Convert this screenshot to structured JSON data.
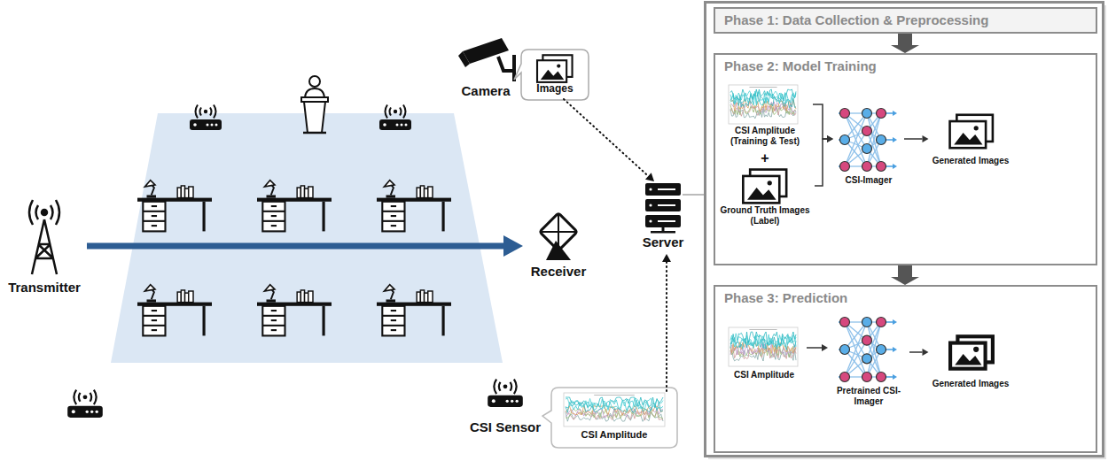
{
  "diagram": {
    "nodes": [
      {
        "text": [
          "Transmitter"
        ]
      },
      {
        "text": [
          "Receiver"
        ]
      },
      {
        "text": [
          "Camera"
        ]
      },
      {
        "text": [
          "Images"
        ]
      },
      {
        "text": [
          "CSI Sensor"
        ]
      },
      {
        "text": [
          "CSI Amplitude"
        ]
      },
      {
        "text": [
          "Server"
        ]
      },
      {
        "text": [
          "Phase 1: Data Collection & Preprocessing"
        ]
      },
      {
        "text": [
          "Phase 2: Model Training"
        ]
      },
      {
        "text": [
          "CSI Amplitude (Training & Test)"
        ],
        "in": 8
      },
      {
        "text": [
          "Ground Truth Images (Label)"
        ],
        "in": 8
      },
      {
        "text": [
          "CSI-Imager"
        ],
        "in": 8
      },
      {
        "text": [
          "Generated Images"
        ],
        "in": 8
      },
      {
        "text": [
          "Phase 3: Prediction"
        ]
      },
      {
        "text": [
          "CSI Amplitude"
        ],
        "in": 13
      },
      {
        "text": [
          "Pretrained CSI-Imager"
        ],
        "in": 13
      },
      {
        "text": [
          "Generated Images"
        ],
        "in": 13
      }
    ],
    "edges": [
      {
        "from": 0,
        "to": 1,
        "arrow": "to"
      },
      {
        "from": 3,
        "to": 6,
        "arrow": "to"
      },
      {
        "from": 5,
        "to": 6,
        "arrow": "to"
      },
      {
        "from": 7,
        "to": 8,
        "arrow": "to"
      },
      {
        "from": 8,
        "to": 13,
        "arrow": "to"
      },
      {
        "from": 9,
        "to": 11,
        "arrow": "to"
      },
      {
        "from": 10,
        "to": 11,
        "arrow": "to"
      },
      {
        "from": 11,
        "to": 12,
        "arrow": "to"
      },
      {
        "from": 14,
        "to": 15,
        "arrow": "to"
      },
      {
        "from": 15,
        "to": 16,
        "arrow": "to"
      }
    ],
    "labels": [
      "+"
    ]
  }
}
